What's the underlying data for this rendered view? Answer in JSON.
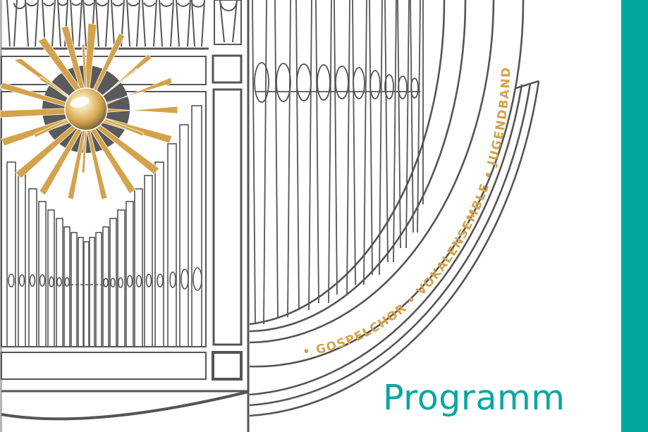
{
  "document": {
    "title": "Programm",
    "ring_labels": {
      "item1": "GOSPELCHOR",
      "item2": "VOKALENSEMBLE",
      "item3": "JUGENDBAND",
      "separator": "•"
    },
    "ring_text": "• GOSPELCHOR • VOKALENSEMBLE • JUGENDBAND"
  },
  "colors": {
    "accent_teal": "#00a8a0",
    "accent_gold": "#d4a24c",
    "line_gray": "#555555",
    "background": "#ffffff"
  },
  "illustration": {
    "subject": "pipe-organ-with-sunburst"
  }
}
